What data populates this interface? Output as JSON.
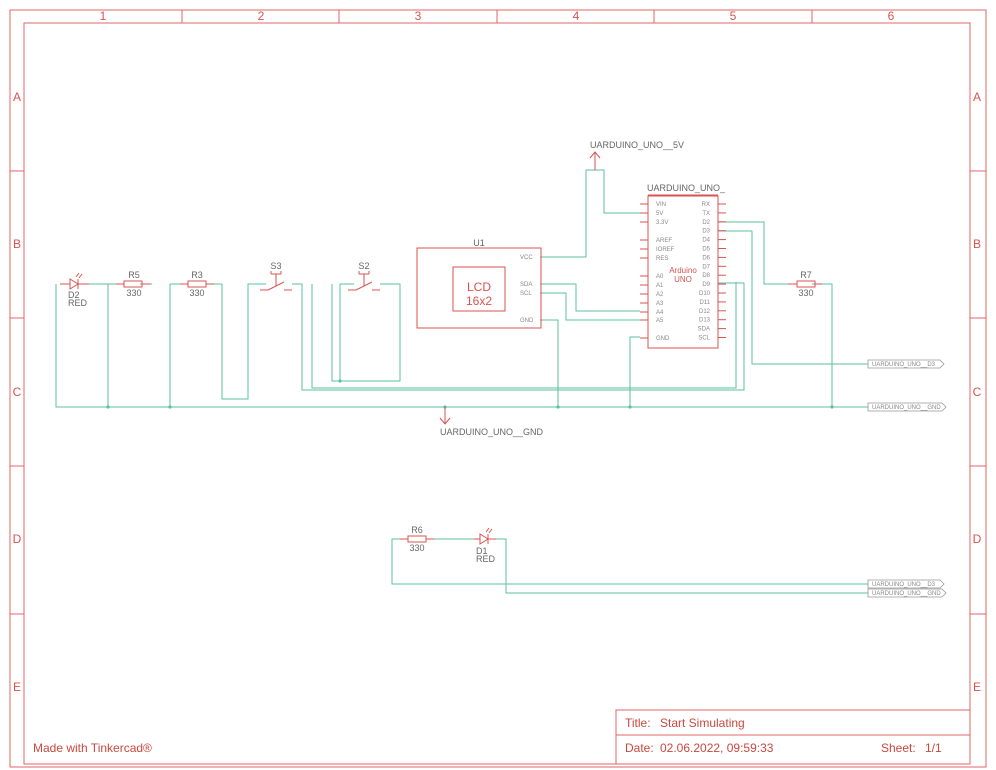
{
  "frame": {
    "columns": [
      "1",
      "2",
      "3",
      "4",
      "5",
      "6"
    ],
    "rows": [
      "A",
      "B",
      "C",
      "D",
      "E"
    ]
  },
  "components": {
    "d2": {
      "ref": "D2",
      "value": "RED"
    },
    "r5": {
      "ref": "R5",
      "value": "330"
    },
    "r3": {
      "ref": "R3",
      "value": "330"
    },
    "s3": {
      "ref": "S3"
    },
    "s2": {
      "ref": "S2"
    },
    "u1": {
      "ref": "U1",
      "line1": "LCD",
      "line2": "16x2",
      "pins": [
        "VCC",
        "SDA",
        "SCL",
        "GND"
      ]
    },
    "uno": {
      "ref": "UARDUINO_UNO_",
      "line1": "Arduino",
      "line2": "UNO",
      "left_pins": [
        "VIN",
        "5V",
        "3.3V",
        "AREF",
        "IOREF",
        "RES",
        "A0",
        "A1",
        "A2",
        "A3",
        "A4",
        "A5",
        "GND"
      ],
      "right_pins": [
        "RX",
        "TX",
        "D2",
        "D3",
        "D4",
        "D5",
        "D6",
        "D7",
        "D8",
        "D9",
        "D10",
        "D11",
        "D12",
        "D13",
        "SDA",
        "SCL"
      ]
    },
    "r7": {
      "ref": "R7",
      "value": "330"
    },
    "r6": {
      "ref": "R6",
      "value": "330"
    },
    "d1": {
      "ref": "D1",
      "value": "RED"
    }
  },
  "nets": {
    "power_5v": "UARDUINO_UNO__5V",
    "ground": "UARDUINO_UNO__GND",
    "ports": {
      "top_d3": "UARDUINO_UNO__D3",
      "top_gnd": "UARDUINO_UNO__GND",
      "bottom_d3": "UARDUINO_UNO__D3",
      "bottom_gnd": "UARDUINO_UNO__GND"
    }
  },
  "footer": {
    "made_with": "Made with Tinkercad®",
    "title_label": "Title:",
    "title_value": "Start Simulating",
    "date_label": "Date:",
    "date_value": "02.06.2022, 09:59:33",
    "sheet_label": "Sheet:",
    "sheet_value": "1/1"
  }
}
